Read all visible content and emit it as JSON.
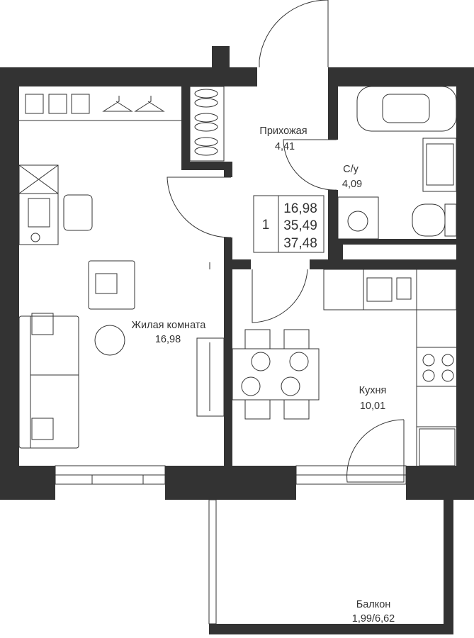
{
  "rooms": {
    "hallway": {
      "name": "Прихожая",
      "area": "4,41"
    },
    "bathroom": {
      "name": "С/у",
      "area": "4,09"
    },
    "living": {
      "name": "Жилая комната",
      "area": "16,98"
    },
    "kitchen": {
      "name": "Кухня",
      "area": "10,01"
    },
    "balcony": {
      "name": "Балкон",
      "area": "1,99/6,62"
    }
  },
  "summary": {
    "rooms_count": "1",
    "living_area": "16,98",
    "total_area": "35,49",
    "total_area_with_balcony": "37,48"
  },
  "colors": {
    "wall": "#333333",
    "background": "#ffffff"
  }
}
